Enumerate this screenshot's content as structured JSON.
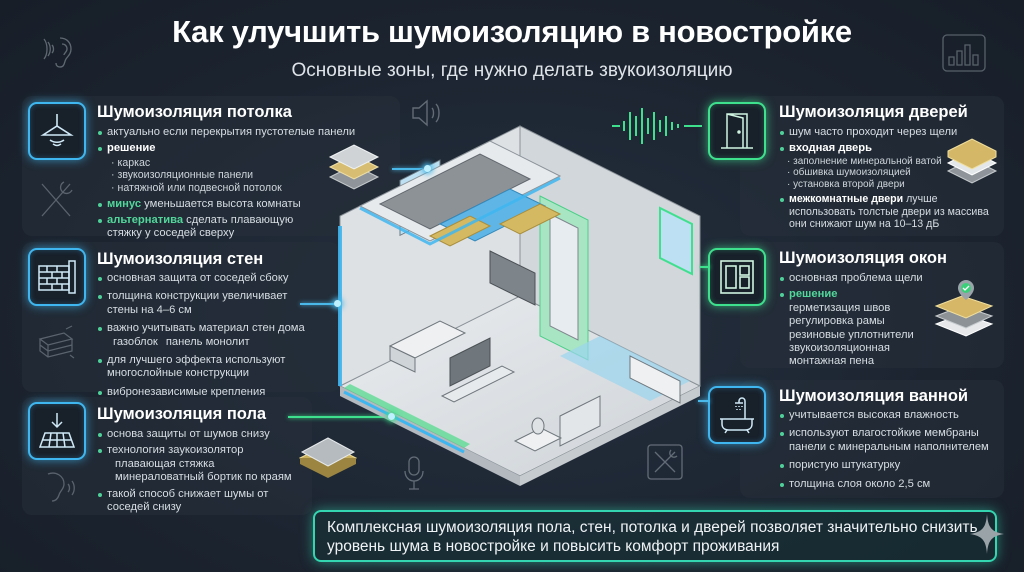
{
  "header": {
    "title": "Как улучшить шумоизоляцию в новостройке",
    "subtitle": "Основные зоны, где нужно делать звукоизоляцию"
  },
  "sections": {
    "ceiling": {
      "title": "Шумоизоляция потолка",
      "icon": "ceiling-lamp-icon",
      "items": [
        {
          "text": "актуально если перекрытия пустотелые панели"
        },
        {
          "strong": "решение",
          "subs": [
            "каркас",
            "звукоизоляционные панели",
            "натяжной или подвесной потолок"
          ]
        },
        {
          "accent": "минус",
          "text": " уменьшается высота комнаты"
        },
        {
          "accent": "альтернатива",
          "text": " сделать плавающую стяжку у соседей сверху"
        }
      ]
    },
    "walls": {
      "title": "Шумоизоляция стен",
      "icon": "brick-wall-icon",
      "items": [
        {
          "text": "основная защита от соседей сбоку"
        },
        {
          "text": "толщина конструкции увеличивает стены на 4–6 см"
        },
        {
          "text": "важно учитывать материал стен дома",
          "inline": [
            "газоблок",
            "панель монолит"
          ]
        },
        {
          "text": "для лучшего эффекта используют многослойные конструкции"
        },
        {
          "text": "вибронезависимые крепления"
        }
      ]
    },
    "floor": {
      "title": "Шумоизоляция пола",
      "icon": "floor-tiles-arrow-icon",
      "items": [
        {
          "text": "основа защиты от шумов снизу"
        },
        {
          "text": "технология заукоизолятор",
          "plain": [
            "плавающая стяжка",
            "минераловатный бортик по краям"
          ]
        },
        {
          "text": "такой способ снижает шумы от соседей снизу"
        }
      ]
    },
    "doors": {
      "title": "Шумоизоляция дверей",
      "icon": "door-icon",
      "items": [
        {
          "text": "шум часто проходит через щели"
        },
        {
          "strong": "входная дверь",
          "subs": [
            "заполнение минеральной ватой",
            "обшивка шумоизоляцией",
            "установка второй двери"
          ]
        },
        {
          "strong": "межкомнатные двери",
          "text": " лучше использовать толстые двери из массива они снижают шум на 10–13 дБ"
        }
      ]
    },
    "windows": {
      "title": "Шумоизоляция окон",
      "icon": "window-icon",
      "items": [
        {
          "text": "основная проблема щели"
        },
        {
          "accent": "решение",
          "plain": [
            "герметизация швов",
            "регулировка рамы",
            "резиновые уплотнители",
            "звукоизоляционная",
            "монтажная пена"
          ]
        }
      ]
    },
    "bathroom": {
      "title": "Шумоизоляция ванной",
      "icon": "bathtub-shower-icon",
      "items": [
        {
          "text": "учитывается высокая влажность"
        },
        {
          "text": "используют влагостойкие мембраны панели с минеральным наполнителем"
        },
        {
          "text": "пористую штукатурку"
        },
        {
          "text": "толщина слоя около 2,5 см"
        }
      ]
    }
  },
  "footer": {
    "text": "Комплексная шумоизоляция пола, стен, потолка и дверей позволяет значительно снизить уровень шума в новостройке и повысить комфорт проживания"
  },
  "colors": {
    "background": "#1c2430",
    "accent_blue": "#3fb6f0",
    "accent_green": "#3ee08d",
    "footer_border": "#33d6b0"
  }
}
